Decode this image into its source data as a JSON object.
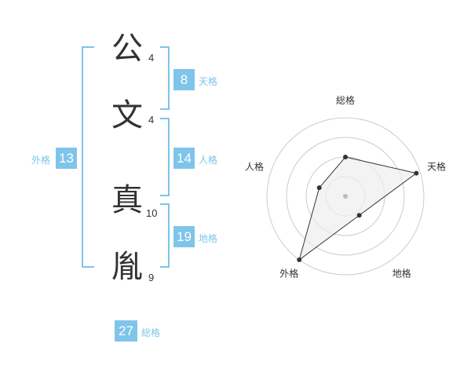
{
  "name": {
    "chars": [
      {
        "char": "公",
        "strokes": "4"
      },
      {
        "char": "文",
        "strokes": "4"
      },
      {
        "char": "真",
        "strokes": "10"
      },
      {
        "char": "胤",
        "strokes": "9"
      }
    ]
  },
  "scores": {
    "tenkaku": {
      "value": "8",
      "label": "天格"
    },
    "jinkaku": {
      "value": "14",
      "label": "人格"
    },
    "chikaku": {
      "value": "19",
      "label": "地格"
    },
    "gaikaku": {
      "value": "13",
      "label": "外格"
    },
    "soukaku": {
      "value": "27",
      "label": "総格"
    }
  },
  "radar": {
    "axes": [
      "総格",
      "天格",
      "地格",
      "外格",
      "人格"
    ],
    "levels": 4,
    "values": [
      0.5,
      0.95,
      0.3,
      1.0,
      0.35
    ],
    "colors": {
      "grid": "#cccccc",
      "fill": "#eeeeee",
      "line": "#333333",
      "center": "#bbbbbb"
    }
  }
}
